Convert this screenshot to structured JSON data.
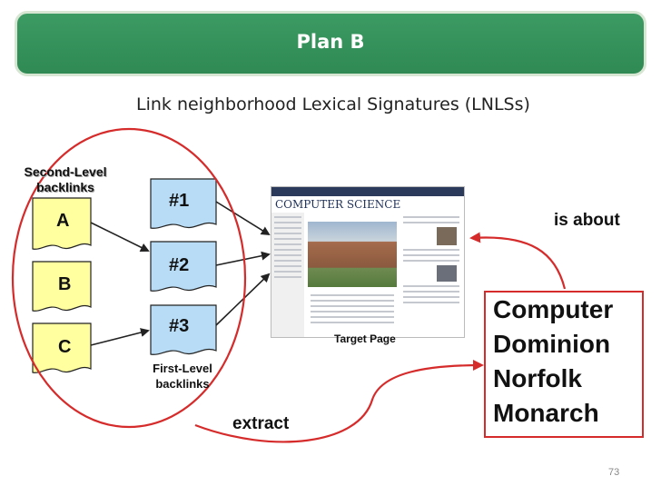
{
  "slide": {
    "title": "Plan B",
    "subtitle": "Link neighborhood Lexical Signatures (LNLSs)",
    "page_number": "73"
  },
  "labels": {
    "second_level_line1": "Second-Level",
    "second_level_line2": "backlinks",
    "first_level_line1": "First-Level",
    "first_level_line2": "backlinks",
    "target_page": "Target Page",
    "is_about": "is about",
    "extract": "extract"
  },
  "second_level_docs": [
    "A",
    "B",
    "C"
  ],
  "first_level_docs": [
    "#1",
    "#2",
    "#3"
  ],
  "target_page": {
    "header": "COMPUTER SCIENCE"
  },
  "keywords": [
    "Computer",
    "Dominion",
    "Norfolk",
    "Monarch"
  ],
  "colors": {
    "banner": "#2f8a53",
    "doc_fill": "#ffffa0",
    "doc_fill_first": "#b8dcf5",
    "highlight": "#d62b2b"
  }
}
